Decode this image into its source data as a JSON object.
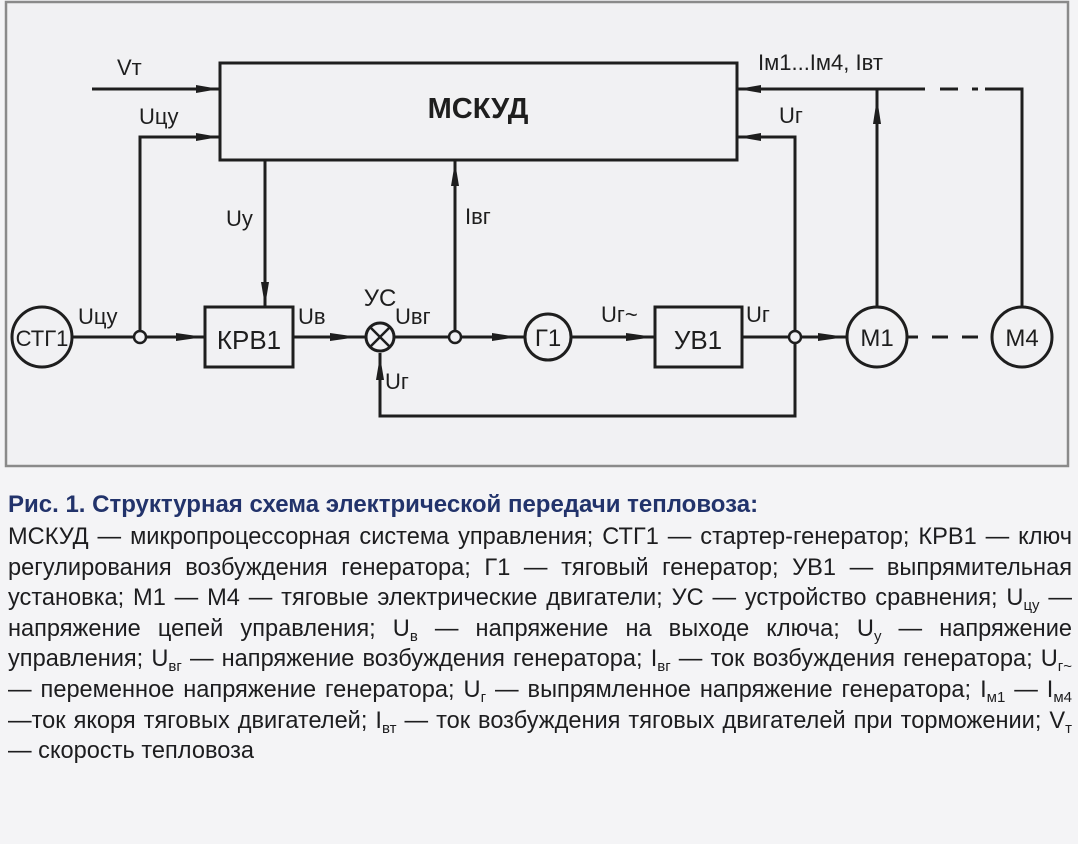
{
  "diagram": {
    "blocks": {
      "mskud": "МСКУД",
      "krv1": "КРВ1",
      "uv1": "УВ1"
    },
    "nodes": {
      "stg1": "СТГ1",
      "g1": "Г1",
      "m1": "М1",
      "m4": "М4",
      "us": "УС"
    },
    "signals": {
      "vt": "Vт",
      "ucu_top": "Uцу",
      "ucu_bottom": "Uцу",
      "uy": "Uу",
      "ivg": "Iвг",
      "im_ivt": "Iм1...Iм4, Iвт",
      "ug_top": "Uг",
      "ub": "Uв",
      "uvg": "Uвг",
      "ug_tilde": "Uг~",
      "ug_out": "Uг",
      "ug_feedback": "Uг"
    }
  },
  "caption": {
    "title": "Рис. 1. Структурная схема электрической передачи тепловоза:",
    "parts": {
      "p1": "МСКУД — микропроцессорная система управления; СТГ1 — стартер-генератор; КРВ1 — ключ регулирования возбуждения генератора; Г1 — тяговый генератор; УВ1 — выпрямительная установка; М1 — М4 — тяговые электрические двигатели; УС — устройство сравнения; ",
      "u_main": "U",
      "ucu_sub": "цу",
      "p2": " — напряжение цепей управления; ",
      "ub_sub": "в",
      "p3": " — напряжение на выходе ключа; ",
      "uy_sub": "у",
      "p4": " — напряжение управления; ",
      "uvg_sub": "вг",
      "p5": " — напряжение возбуждения генератора; ",
      "i_main": "I",
      "ivg_sub": "вг",
      "p6": " — ток возбуждения генератора; ",
      "ugt_sub": "г~",
      "p7": " — переменное напряжение генератора; ",
      "ug_sub": "г",
      "p8": " — выпрямленное напряжение генератора; ",
      "im1_sub": "м1",
      "p9": " — ",
      "im4_sub": "м4",
      "p10": " —ток якоря тяговых двигателей; ",
      "ivt_sub": "вт",
      "p11": " — ток возбуждения тяговых двигателей при торможении; ",
      "v_main": "V",
      "vt_sub": "т",
      "p12": " — скорость тепловоза"
    }
  },
  "colors": {
    "caption_title": "#22336b",
    "line": "#1e1e1e",
    "background": "#f1f1f3"
  }
}
